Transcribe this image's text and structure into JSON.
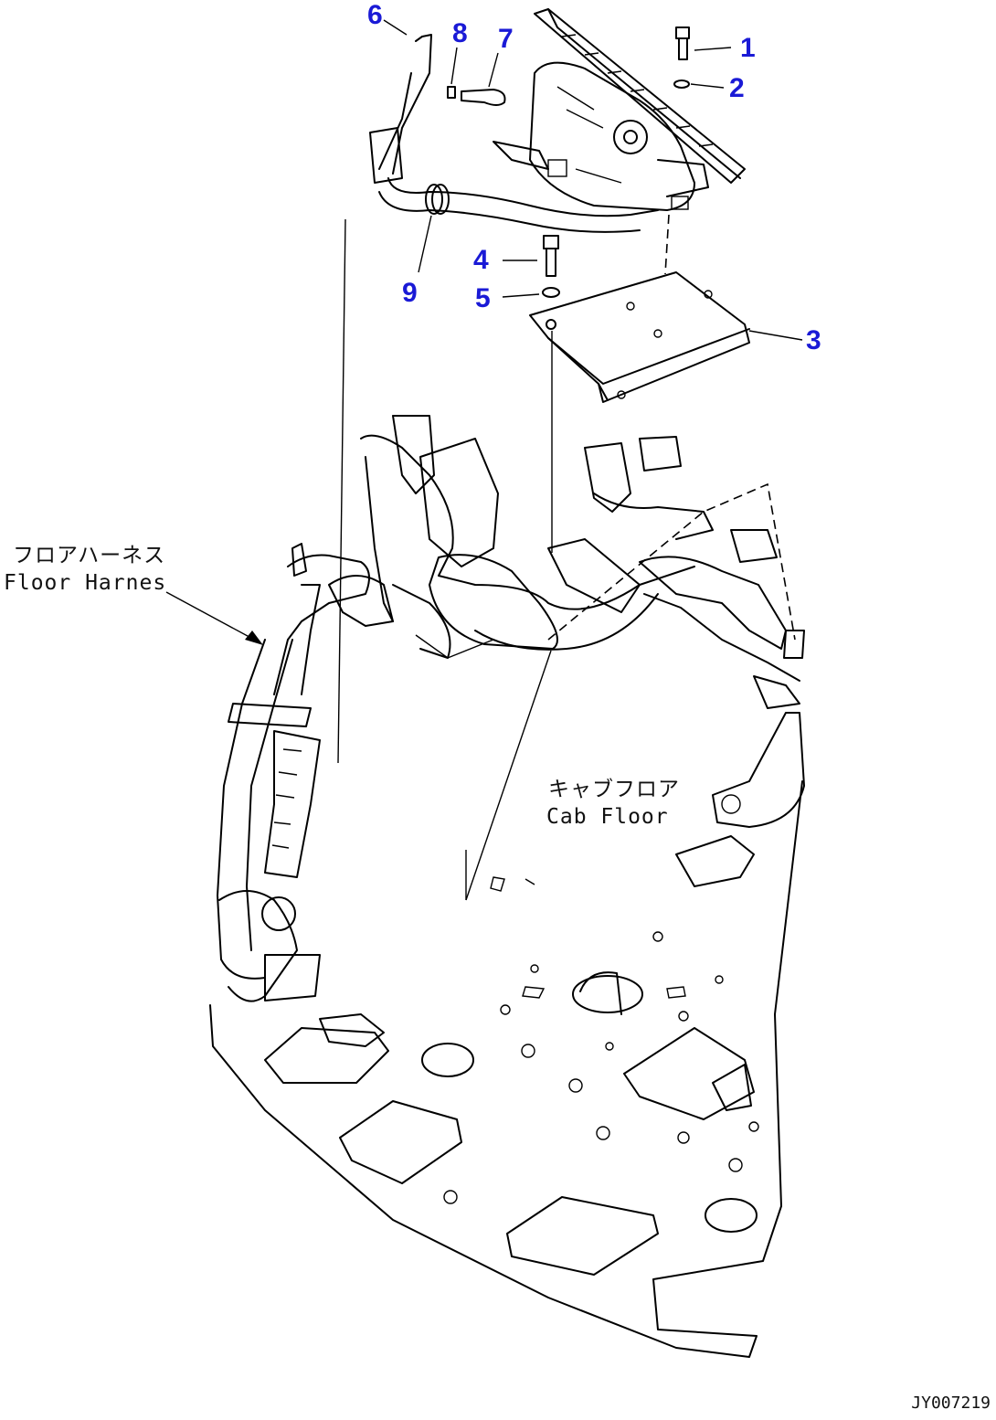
{
  "callouts": {
    "c1": "1",
    "c2": "2",
    "c3": "3",
    "c4": "4",
    "c5": "5",
    "c6": "6",
    "c7": "7",
    "c8": "8",
    "c9": "9"
  },
  "labels": {
    "floor_harness_jp": "フロアハーネス",
    "floor_harness_en": "Floor Harnes",
    "cab_floor_jp": "キャブフロア",
    "cab_floor_en": "Cab Floor"
  },
  "drawing_id": "JY007219",
  "colors": {
    "callout": "#1a1ad6",
    "line": "#000000",
    "background": "#ffffff"
  }
}
